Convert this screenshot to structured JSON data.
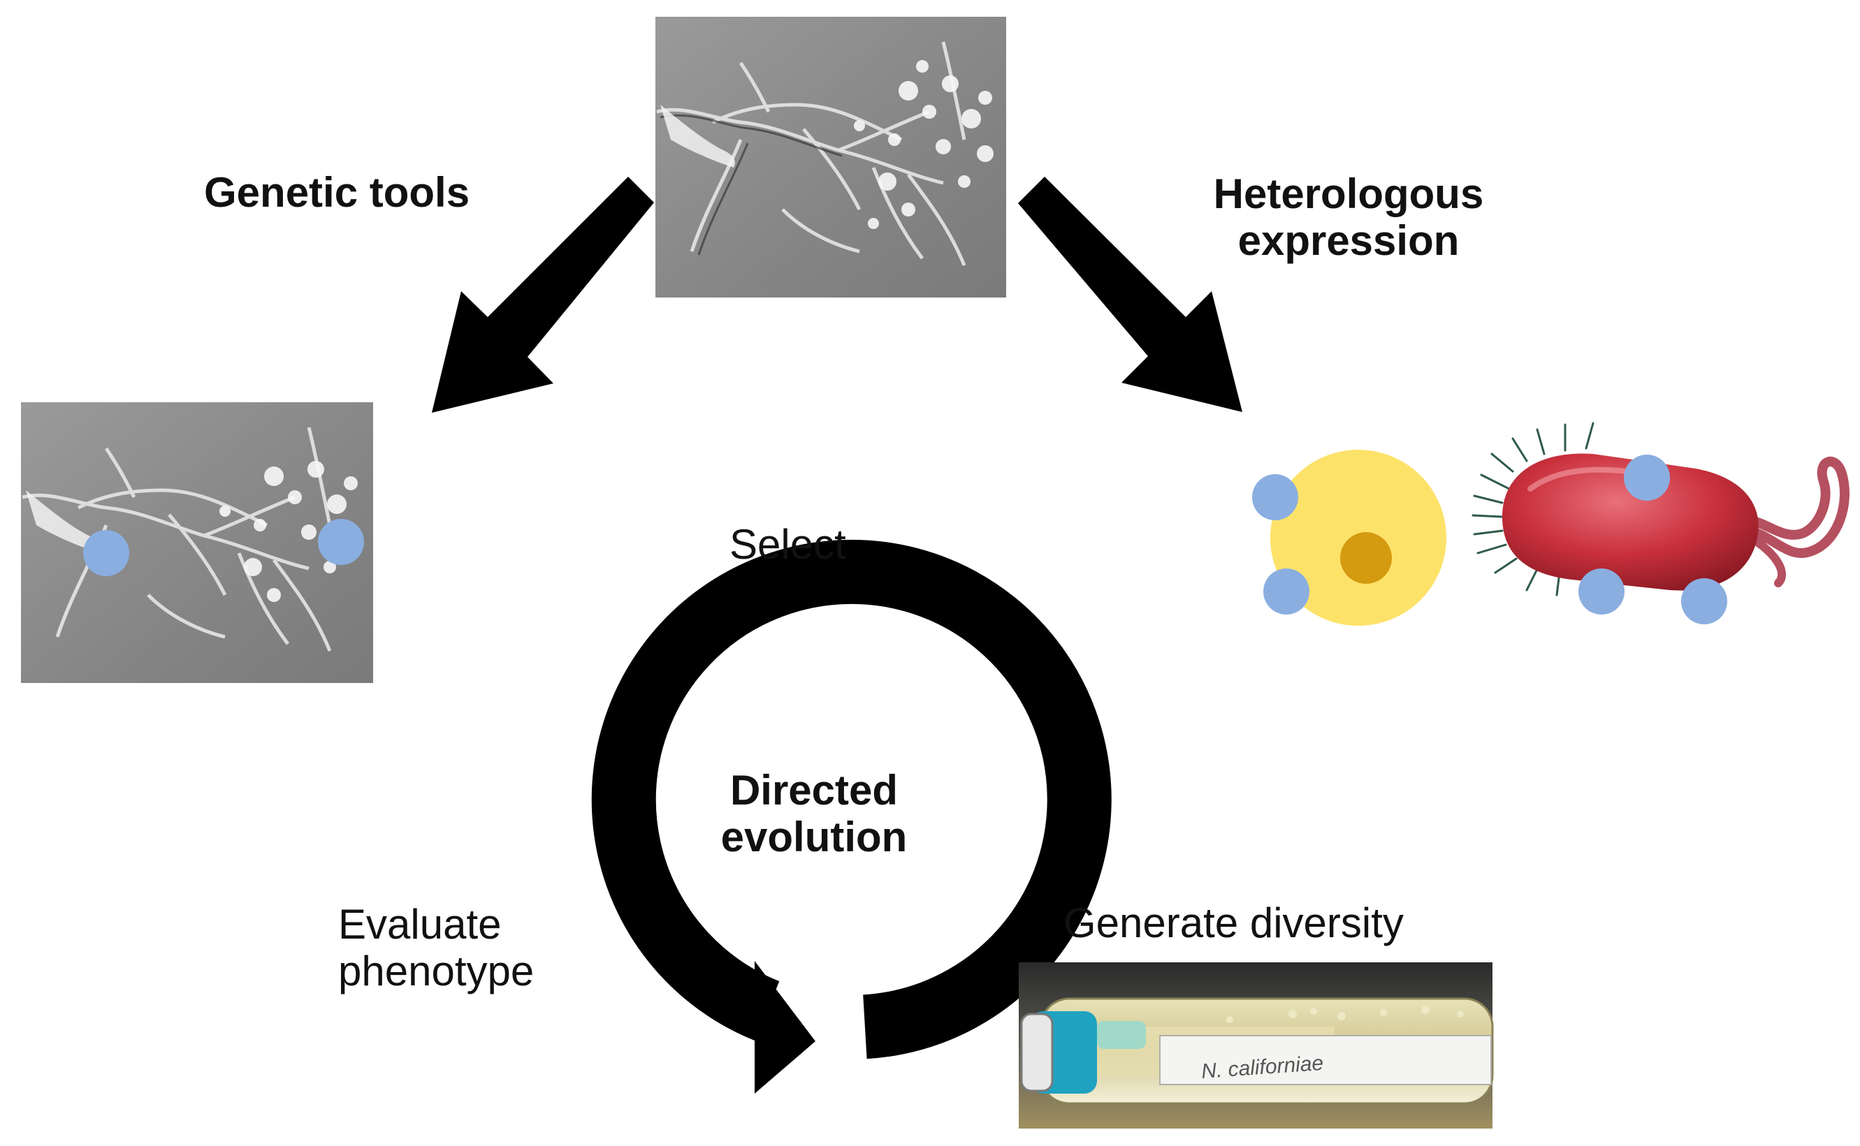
{
  "labels": {
    "genetic_tools": "Genetic tools",
    "heterologous_line1": "Heterologous",
    "heterologous_line2": "expression",
    "select": "Select",
    "directed_line1": "Directed",
    "directed_line2": "evolution",
    "evaluate_line1": "Evaluate",
    "evaluate_line2": "phenotype",
    "generate_diversity": "Generate diversity",
    "tube_label": "N. californiae"
  },
  "colors": {
    "arrow": "#000000",
    "marker_dot": "#8aaee0",
    "yeast_cell": "#fde26a",
    "yeast_nucleus": "#d49a10",
    "bacterium": "#c9303c",
    "flagellum": "#b55060",
    "pili": "#2f5a4a",
    "micrograph_bg": "#8c8c8c",
    "tube_cap": "#1fa3c0"
  },
  "icons": {
    "top_image": "fungal-hyphae-micrograph",
    "left_image": "engineered-hyphae-micrograph",
    "yeast": "yeast-cell-icon",
    "bacterium": "bacterium-icon",
    "tube": "culture-tube-photo"
  }
}
